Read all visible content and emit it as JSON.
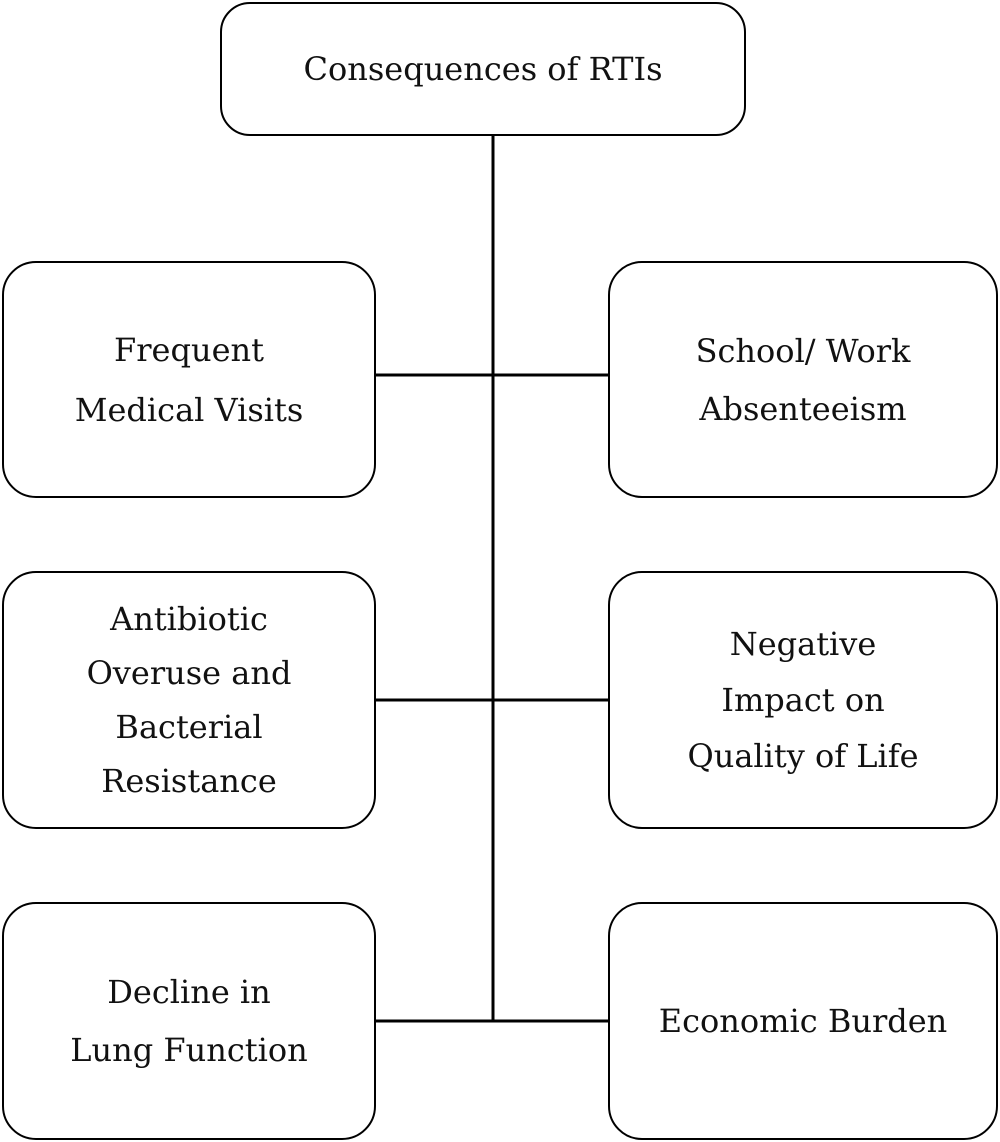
{
  "diagram": {
    "root": {
      "label": "Consequences of RTIs"
    },
    "left": [
      {
        "lines": [
          "Frequent",
          "Medical Visits"
        ]
      },
      {
        "lines": [
          "Antibiotic",
          "Overuse and",
          "Bacterial",
          "Resistance"
        ]
      },
      {
        "lines": [
          "Decline in",
          "Lung Function"
        ]
      }
    ],
    "right": [
      {
        "lines": [
          "School/ Work",
          "Absenteeism"
        ]
      },
      {
        "lines": [
          "Negative",
          "Impact on",
          "Quality of Life"
        ]
      },
      {
        "lines": [
          "Economic Burden"
        ]
      }
    ],
    "colors": {
      "stroke": "#000000",
      "text": "#111111",
      "background": "#ffffff"
    }
  }
}
